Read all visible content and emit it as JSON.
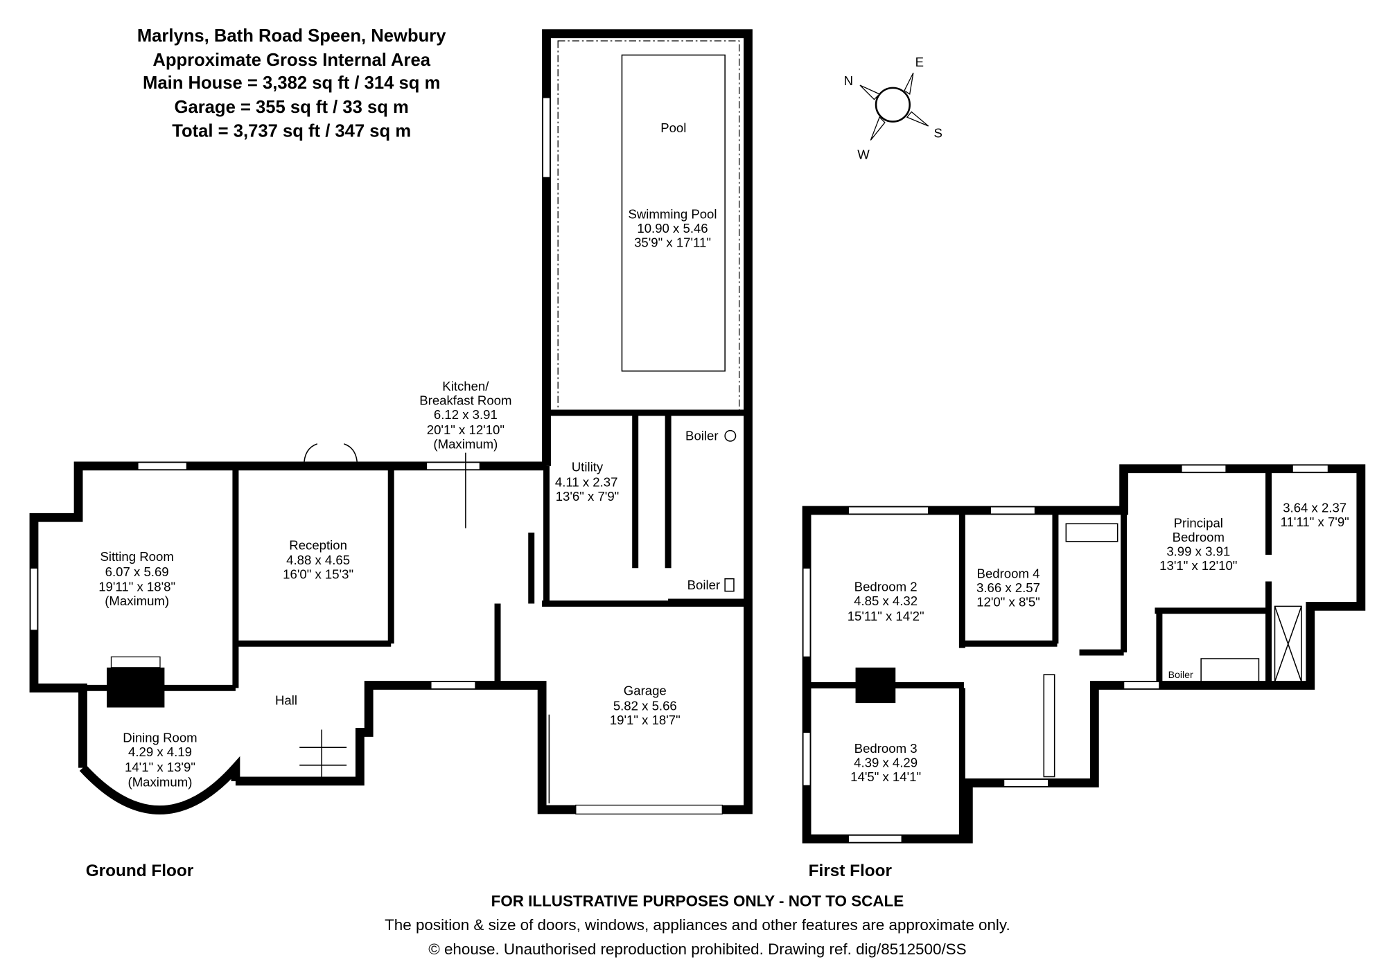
{
  "header": {
    "title": "Marlyns, Bath Road Speen, Newbury",
    "subtitle": "Approximate Gross Internal Area",
    "main_house": "Main House = 3,382 sq ft / 314 sq m",
    "garage": "Garage = 355 sq ft / 33 sq m",
    "total": "Total = 3,737 sq ft / 347 sq m"
  },
  "compass": {
    "n": "N",
    "e": "E",
    "s": "S",
    "w": "W"
  },
  "ground_floor": {
    "label": "Ground Floor",
    "pool": {
      "label": "Pool",
      "name": "Swimming Pool",
      "metric": "10.90 x 5.46",
      "imperial": "35'9\" x 17'11\""
    },
    "kitchen": {
      "name1": "Kitchen/",
      "name2": "Breakfast Room",
      "metric": "6.12 x 3.91",
      "imperial": "20'1\" x 12'10\"",
      "note": "(Maximum)"
    },
    "utility": {
      "name": "Utility",
      "metric": "4.11 x 2.37",
      "imperial": "13'6\" x 7'9\""
    },
    "boiler1": "Boiler",
    "boiler2": "Boiler",
    "sitting": {
      "name": "Sitting Room",
      "metric": "6.07 x 5.69",
      "imperial": "19'11\" x 18'8\"",
      "note": "(Maximum)"
    },
    "reception": {
      "name": "Reception",
      "metric": "4.88 x 4.65",
      "imperial": "16'0\" x 15'3\""
    },
    "hall": "Hall",
    "dining": {
      "name": "Dining Room",
      "metric": "4.29 x 4.19",
      "imperial": "14'1\" x 13'9\"",
      "note": "(Maximum)"
    },
    "garage": {
      "name": "Garage",
      "metric": "5.82 x 5.66",
      "imperial": "19'1\" x 18'7\""
    }
  },
  "first_floor": {
    "label": "First Floor",
    "bedroom2": {
      "name": "Bedroom 2",
      "metric": "4.85 x 4.32",
      "imperial": "15'11\" x 14'2\""
    },
    "bedroom3": {
      "name": "Bedroom 3",
      "metric": "4.39 x 4.29",
      "imperial": "14'5\" x 14'1\""
    },
    "bedroom4": {
      "name": "Bedroom 4",
      "metric": "3.66 x 2.57",
      "imperial": "12'0\" x 8'5\""
    },
    "principal": {
      "name1": "Principal",
      "name2": "Bedroom",
      "metric": "3.99 x 3.91",
      "imperial": "13'1\" x 12'10\""
    },
    "dressing": {
      "metric": "3.64 x 2.37",
      "imperial": "11'11\" x 7'9\""
    },
    "boiler": "Boiler"
  },
  "footer": {
    "disclaimer": "FOR ILLUSTRATIVE PURPOSES ONLY - NOT TO SCALE",
    "note": "The position & size of doors, windows, appliances and other features are approximate only.",
    "copyright": "© ehouse. Unauthorised reproduction prohibited. Drawing ref. dig/8512500/SS"
  }
}
